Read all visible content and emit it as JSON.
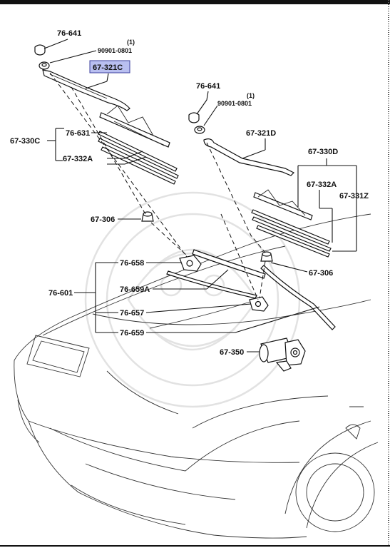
{
  "labels": {
    "p76_641_a": "76-641",
    "p90901_a": "90901-0801",
    "p90901_a_qty": "(1)",
    "p67_321C": "67-321C",
    "p67_330C": "67-330C",
    "p76_631": "76-631",
    "p67_332A_a": "67-332A",
    "p76_641_b": "76-641",
    "p90901_b": "90901-0801",
    "p90901_b_qty": "(1)",
    "p67_321D": "67-321D",
    "p67_330D": "67-330D",
    "p67_332A_b": "67-332A",
    "p67_331Z": "67-331Z",
    "p67_306_a": "67-306",
    "p67_306_b": "67-306",
    "p76_658": "76-658",
    "p76_601": "76-601",
    "p76_659A": "76-659A",
    "p76_657": "76-657",
    "p76_659": "76-659",
    "p67_350": "67-350"
  },
  "colors": {
    "highlight_fill": "#b9bff0",
    "highlight_border": "#3b3f9e",
    "ink": "#111111"
  }
}
